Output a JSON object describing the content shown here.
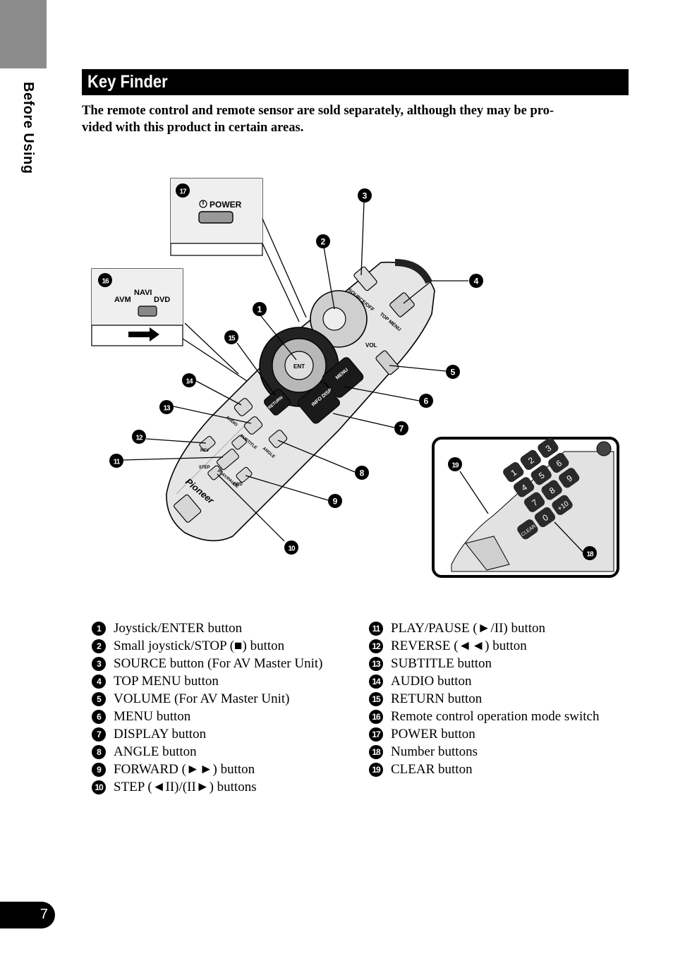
{
  "side_label": "Before Using",
  "title": "Key Finder",
  "intro": "The remote control and remote sensor are sold separately, although they may be pro-vided with this product in certain areas.",
  "intro_lines": [
    "The remote control and remote sensor are sold separately, although they may be pro-",
    "vided with this product in certain areas."
  ],
  "figure": {
    "callouts": [
      "1",
      "2",
      "3",
      "4",
      "5",
      "6",
      "7",
      "8",
      "9",
      "10",
      "11",
      "12",
      "13",
      "14",
      "15",
      "16",
      "17",
      "18",
      "19"
    ],
    "inset_power": {
      "label": "POWER"
    },
    "inset_switch": {
      "top_label": "NAVI",
      "left_label": "AVM",
      "right_label": "DVD"
    },
    "remote_labels": {
      "brand": "Pioneer",
      "source": "SOURCE/OFF",
      "top_menu": "TOP MENU",
      "vol": "VOL",
      "menu": "MENU",
      "info": "INFO DISP",
      "return": "RETURN",
      "ent": "ENT",
      "audio": "AUDIO",
      "subtitle": "SUBTITLE",
      "angle": "ANGLE",
      "play_pause": "PLAY/PAUSE",
      "rev": "REV",
      "fwd": "FWD",
      "step": "STEP"
    },
    "keypad": {
      "keys": [
        "1",
        "2",
        "3",
        "4",
        "5",
        "6",
        "7",
        "8",
        "9",
        "0",
        "+10"
      ],
      "clear": "CLEAR"
    }
  },
  "legend_left": [
    {
      "n": "1",
      "text": "Joystick/ENTER button"
    },
    {
      "n": "2",
      "text": "Small joystick/STOP (■) button"
    },
    {
      "n": "3",
      "text": "SOURCE button (For AV Master Unit)"
    },
    {
      "n": "4",
      "text": "TOP MENU button"
    },
    {
      "n": "5",
      "text": "VOLUME (For AV Master Unit)"
    },
    {
      "n": "6",
      "text": "MENU button"
    },
    {
      "n": "7",
      "text": "DISPLAY button"
    },
    {
      "n": "8",
      "text": "ANGLE button"
    },
    {
      "n": "9",
      "text": "FORWARD (►►) button"
    },
    {
      "n": "10",
      "text": "STEP (◄II)/(II►) buttons"
    }
  ],
  "legend_right": [
    {
      "n": "11",
      "text": "PLAY/PAUSE (►/II) button"
    },
    {
      "n": "12",
      "text": "REVERSE (◄◄) button"
    },
    {
      "n": "13",
      "text": "SUBTITLE button"
    },
    {
      "n": "14",
      "text": "AUDIO button"
    },
    {
      "n": "15",
      "text": "RETURN button"
    },
    {
      "n": "16",
      "text": "Remote control operation mode switch"
    },
    {
      "n": "17",
      "text": "POWER button"
    },
    {
      "n": "18",
      "text": "Number buttons"
    },
    {
      "n": "19",
      "text": "CLEAR button"
    }
  ],
  "page_number": "7"
}
